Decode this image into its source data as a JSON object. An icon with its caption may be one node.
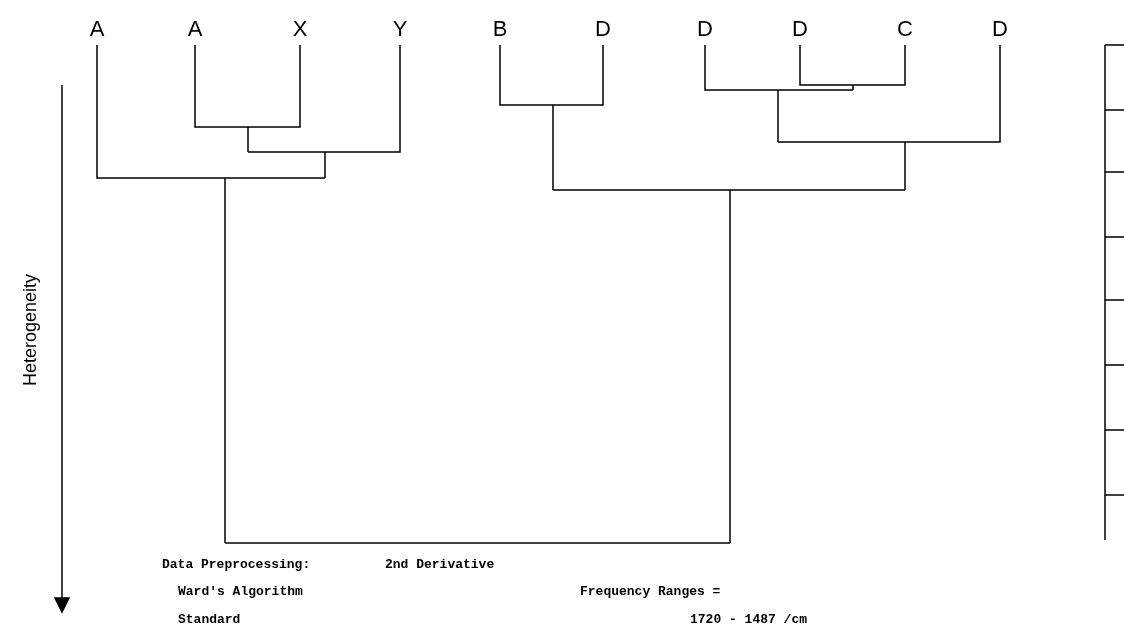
{
  "diagram": {
    "labels": [
      "A",
      "A",
      "X",
      "Y",
      "B",
      "D",
      "D",
      "D",
      "C",
      "D",
      "Heterogeneity",
      "Data Preprocessing:",
      "2nd Derivative",
      "Ward's Algorithm",
      "Frequency Ranges =",
      "Standard",
      "1720 - 1487 /cm"
    ]
  }
}
